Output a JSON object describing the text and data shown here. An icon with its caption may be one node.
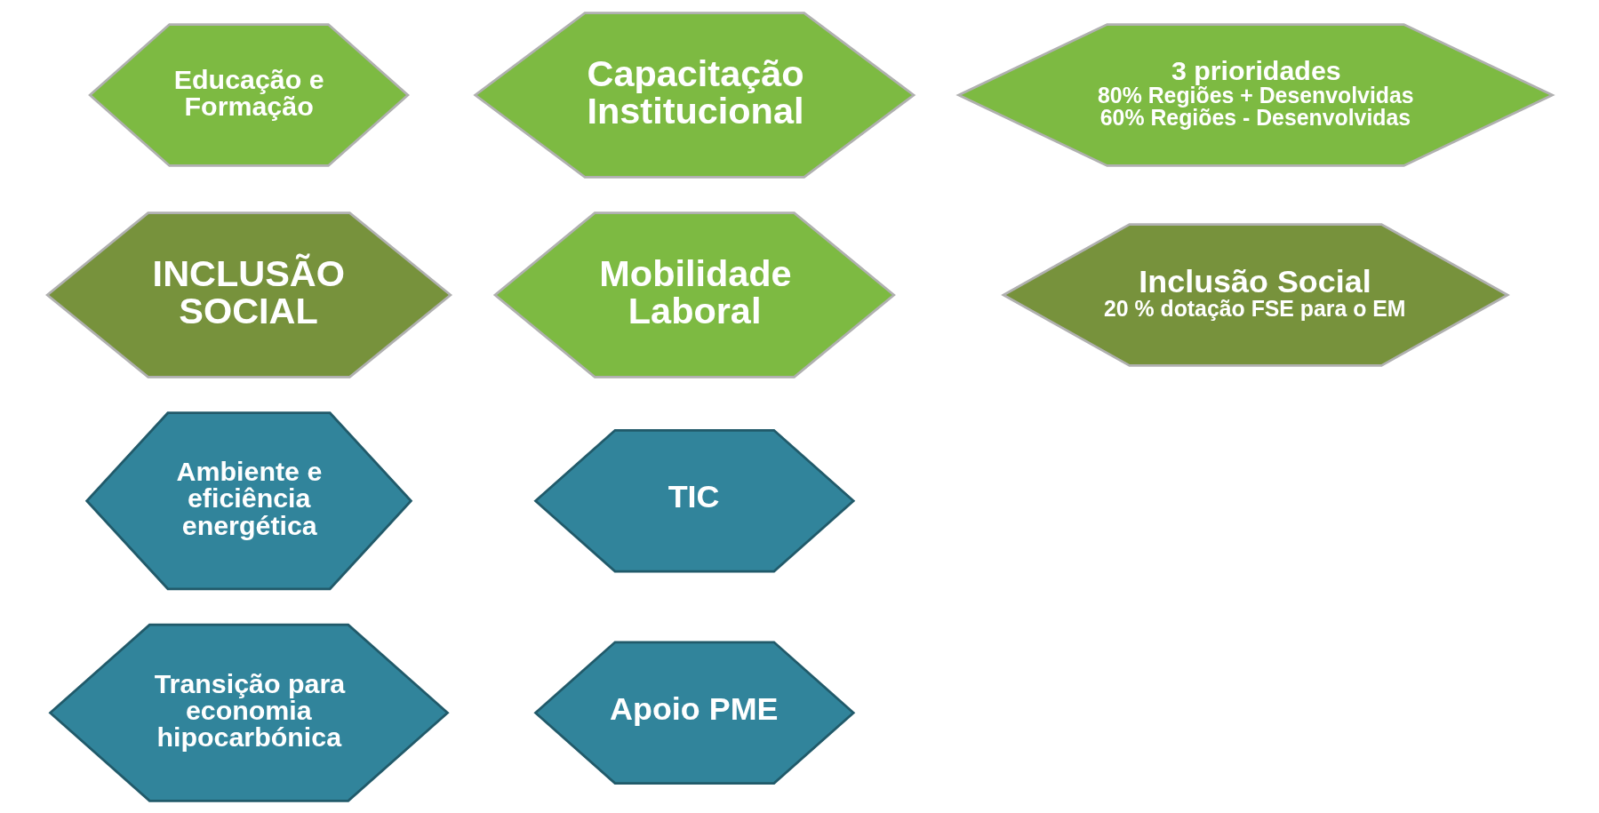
{
  "diagram": {
    "nodes": [
      {
        "text": [
          "Educação e Formação"
        ]
      },
      {
        "text": [
          "Capacitação Institucional"
        ]
      },
      {
        "text": [
          "INCLUSÃO SOCIAL"
        ]
      },
      {
        "text": [
          "Mobilidade Laboral"
        ]
      },
      {
        "text": [
          "3 prioridades",
          "80% Regiões + Desenvolvidas",
          "60% Regiões - Desenvolvidas"
        ]
      },
      {
        "text": [
          "Inclusão Social",
          "20 % dotação FSE para o EM"
        ]
      },
      {
        "text": [
          "Ambiente e eficiência energética"
        ]
      },
      {
        "text": [
          "TIC"
        ]
      },
      {
        "text": [
          "Transição para economia hipocarbónica"
        ]
      },
      {
        "text": [
          "Apoio PME"
        ]
      }
    ]
  }
}
